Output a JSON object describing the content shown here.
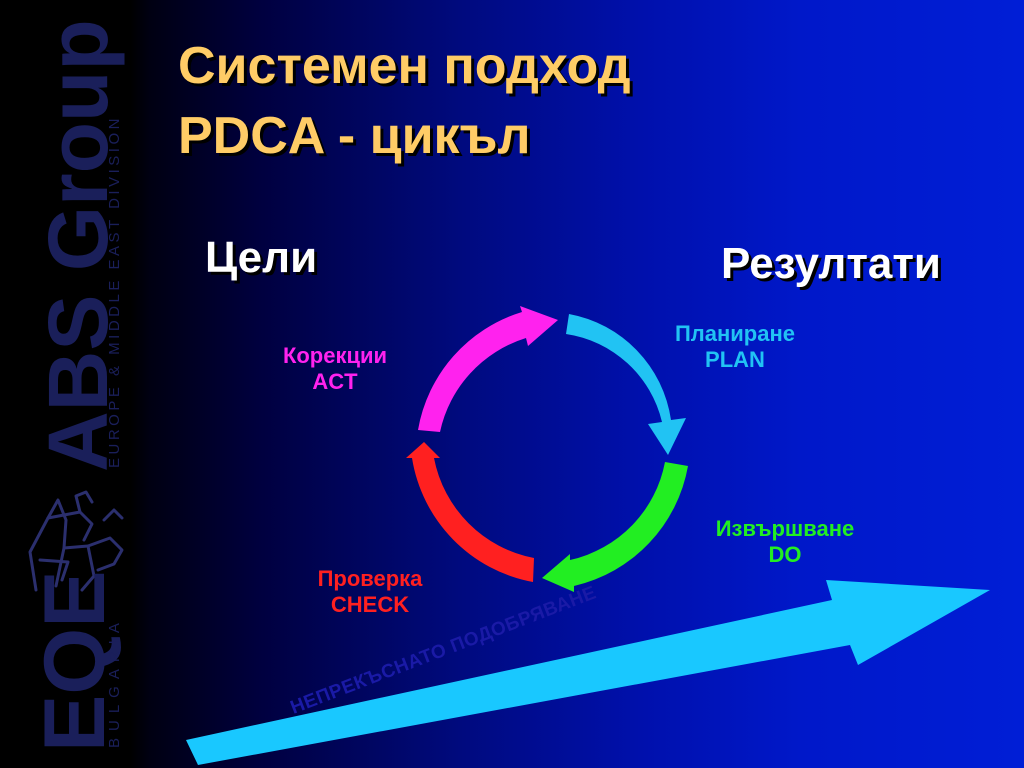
{
  "slide": {
    "title_line1": "Системен подход",
    "title_line2": "PDCA - цикъл",
    "goals_label": "Цели",
    "results_label": "Резултати"
  },
  "cycle": {
    "plan": {
      "name": "Планиране",
      "code": "PLAN",
      "color": "#21c3f3"
    },
    "do": {
      "name": "Извършване",
      "code": "DO",
      "color": "#22ee22"
    },
    "check": {
      "name": "Проверка",
      "code": "CHECK",
      "color": "#ff2020"
    },
    "act": {
      "name": "Корекции",
      "code": "ACT",
      "color": "#ff22ee"
    }
  },
  "improvement": {
    "label": "НЕПРЕКЪСНАТО ПОДОБРЯВАНЕ",
    "arrow_color": "#19c8ff"
  },
  "branding": {
    "company": "ABS Group",
    "division": "EUROPE & MIDDLE EAST DIVISION",
    "subsidiary": "EQE",
    "country": "BULGARIA"
  },
  "colors": {
    "title": "#ffcc66",
    "heading": "#ffffff",
    "brand_text": "#1a1f5a"
  }
}
